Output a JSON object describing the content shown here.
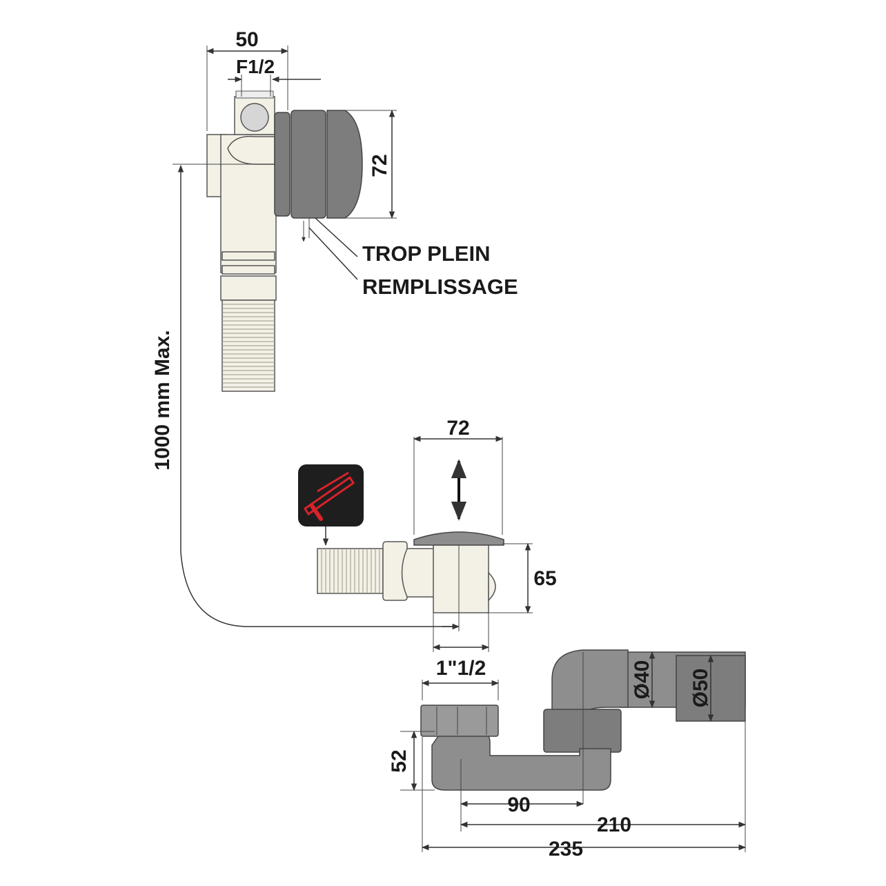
{
  "labels": {
    "top_width": "50",
    "top_thread": "F1/2",
    "top_height": "72",
    "trop_plein": "TROP PLEIN",
    "remplissage": "REMPLISSAGE",
    "cable_length": "1000 mm Max.",
    "plug_width": "72",
    "plug_height": "65",
    "outlet_thread": "1\"1/2",
    "trap_height": "52",
    "trap_dia_40": "Ø40",
    "trap_dia_50": "Ø50",
    "trap_90": "90",
    "trap_210": "210",
    "trap_235": "235"
  },
  "icons": {
    "saw": "hacksaw-icon"
  },
  "colors": {
    "cream": "#f3f0e6",
    "grey": "#7d7d7d",
    "saw_red": "#d8232a",
    "saw_bg": "#1e1e1e"
  }
}
